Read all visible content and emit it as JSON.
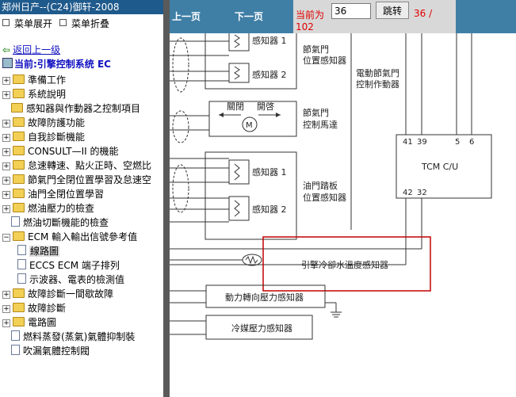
{
  "app": {
    "title": "郑州日产--(C24)御轩-2008"
  },
  "menu": {
    "expand_label": "菜单展开",
    "collapse_label": "菜单折叠"
  },
  "nav": {
    "back_label": "返回上一级",
    "current_label": "当前:引擎控制系统  EC"
  },
  "tree": [
    {
      "label": "準備工作",
      "type": "folder",
      "expandable": true
    },
    {
      "label": "系統說明",
      "type": "folder",
      "expandable": true
    },
    {
      "label": "感知器與作動器之控制項目",
      "type": "folder",
      "expandable": false
    },
    {
      "label": "故障防護功能",
      "type": "folder",
      "expandable": true
    },
    {
      "label": "自我診斷機能",
      "type": "folder",
      "expandable": true
    },
    {
      "label": "CONSULT—II 的機能",
      "type": "folder",
      "expandable": true
    },
    {
      "label": "怠速轉速、點火正時、空燃比",
      "type": "folder",
      "expandable": true
    },
    {
      "label": "節氣門全閉位置學習及怠速空",
      "type": "folder",
      "expandable": true
    },
    {
      "label": "油門全閉位置學習",
      "type": "folder",
      "expandable": true
    },
    {
      "label": "燃油壓力的檢查",
      "type": "folder",
      "expandable": true
    },
    {
      "label": "燃油切斷機能的檢查",
      "type": "doc",
      "expandable": false
    },
    {
      "label": "ECM 輸入輸出信號參考值",
      "type": "folder",
      "expandable": true,
      "expanded": true
    },
    {
      "label": "線路圖",
      "type": "doc",
      "child": true,
      "selected": true
    },
    {
      "label": "ECCS ECM 端子排列",
      "type": "doc",
      "child": true
    },
    {
      "label": "示波器、電表的檢測值",
      "type": "doc",
      "child": true
    },
    {
      "label": "故障診斷一間歇故障",
      "type": "folder",
      "expandable": true
    },
    {
      "label": "故障診斷",
      "type": "folder",
      "expandable": true
    },
    {
      "label": "電路圖",
      "type": "folder",
      "expandable": true
    },
    {
      "label": "燃料蒸發(蒸氣)氣體抑制裝",
      "type": "doc",
      "expandable": false
    },
    {
      "label": "吹漏氣體控制閥",
      "type": "doc",
      "expandable": false
    }
  ],
  "toolbar": {
    "prev_label": "上一页",
    "next_label": "下一页",
    "page_prefix": "当前为",
    "page_value": "36",
    "jump_label": "跳转",
    "total_line1": "36 /",
    "total_line2": "102"
  },
  "diagram": {
    "sensor1": "感知器 1",
    "sensor2": "感知器 2",
    "throttle_pos_line1": "節氣門",
    "throttle_pos_line2": "位置感知器",
    "etc_actuator_line1": "電動節氣門",
    "etc_actuator_line2": "控制作動器",
    "close_label": "關閉",
    "open_label": "開啓",
    "motor_label": "M",
    "throttle_motor_line1": "節氣門",
    "throttle_motor_line2": "控制馬達",
    "pedal_line1": "油門踏板",
    "pedal_line2": "位置感知器",
    "pedal_sensor1": "感知器 1",
    "pedal_sensor2": "感知器 2",
    "tcm_label": "TCM C/U",
    "tcm_pins_top": [
      "41",
      "39",
      "5",
      "6"
    ],
    "tcm_pins_bottom": [
      "42",
      "32"
    ],
    "coolant_sensor": "引擎冷卻水溫度感知器",
    "power_steering_sensor": "動力轉向壓力感知器",
    "refrigerant_sensor": "冷媒壓力感知器",
    "highlight_color": "#c00000"
  }
}
